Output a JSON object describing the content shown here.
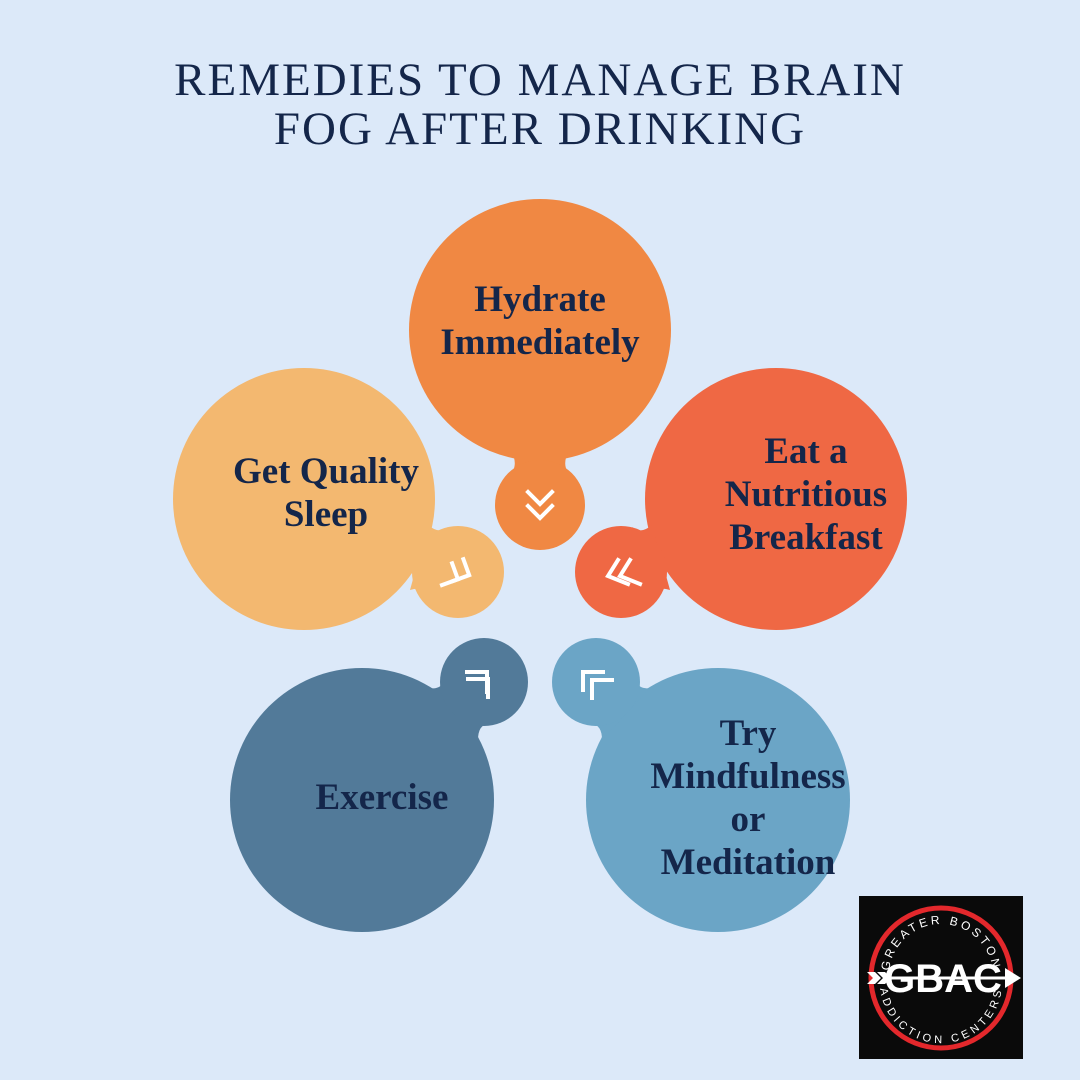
{
  "title": {
    "line1": "REMEDIES TO MANAGE BRAIN",
    "line2": "FOG AFTER DRINKING"
  },
  "colors": {
    "background": "#dce9f9",
    "text": "#14264a",
    "hydrate": "#f08843",
    "sleep": "#f3b870",
    "breakfast": "#ef6844",
    "exercise": "#527a99",
    "mindfulness": "#6ba5c6",
    "chevron": "#ffffff",
    "logo_ring": "#e3282c",
    "logo_bg": "#0a0a0a"
  },
  "remedies": [
    {
      "id": "hydrate",
      "lines": [
        "Hydrate",
        "Immediately"
      ],
      "icon": "double-chevron-down-icon"
    },
    {
      "id": "breakfast",
      "lines": [
        "Eat a",
        "Nutritious",
        "Breakfast"
      ],
      "icon": "double-chevron-left-icon"
    },
    {
      "id": "mindfulness",
      "lines": [
        "Try",
        "Mindfulness",
        "or",
        "Meditation"
      ],
      "icon": "double-chevron-up-left-icon"
    },
    {
      "id": "exercise",
      "lines": [
        "Exercise"
      ],
      "icon": "double-chevron-up-right-icon"
    },
    {
      "id": "sleep",
      "lines": [
        "Get Quality",
        "Sleep"
      ],
      "icon": "double-chevron-right-icon"
    }
  ],
  "logo": {
    "abbr": "GBAC",
    "top_arc": "GREATER BOSTON",
    "bottom_arc": "ADDICTION CENTERS"
  }
}
